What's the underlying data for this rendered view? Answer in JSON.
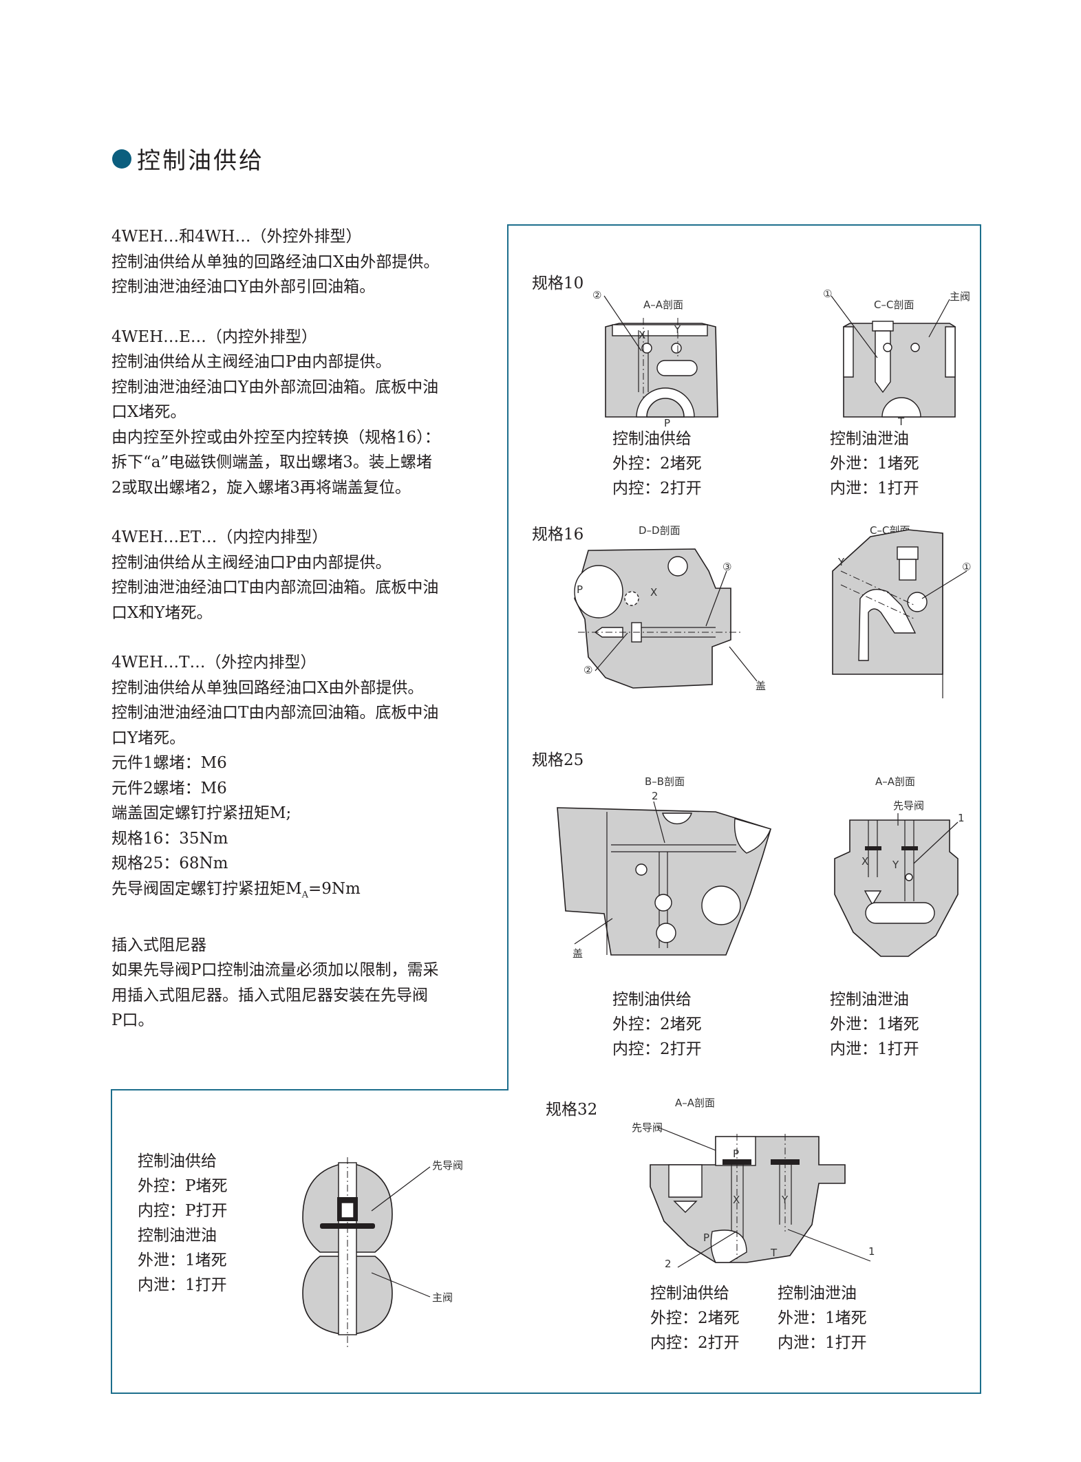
{
  "section_title": "控制油供给",
  "left_text": {
    "p1": [
      "4WEH…和4WH…（外控外排型）",
      "控制油供给从单独的回路经油口X由外部提供。",
      "控制油泄油经油口Y由外部引回油箱。"
    ],
    "p2": [
      "4WEH…E…（内控外排型）",
      "控制油供给从主阀经油口P由内部提供。",
      "控制油泄油经油口Y由外部流回油箱。底板中油",
      "口X堵死。",
      "由内控至外控或由外控至内控转换（规格16）：",
      "拆下“a”电磁铁侧端盖，取出螺堵3。装上螺堵",
      "2或取出螺堵2，旋入螺堵3再将端盖复位。"
    ],
    "p3": [
      "4WEH…ET…（内控内排型）",
      "控制油供给从主阀经油口P由内部提供。",
      "控制油泄油经油口T由内部流回油箱。底板中油",
      "口X和Y堵死。"
    ],
    "p4": [
      "4WEH…T…（外控内排型）",
      "控制油供给从单独回路经油口X由外部提供。",
      "控制油泄油经油口T由内部流回油箱。底板中油",
      "口Y堵死。",
      "元件1螺堵：M6",
      "元件2螺堵：M6",
      "端盖固定螺钉拧紧扭矩M;",
      "规格16：35Nm",
      "规格25：68Nm"
    ],
    "torque_prefix": "先导阀固定螺钉拧紧扭矩M",
    "torque_sub": "A",
    "torque_suffix": "=9Nm",
    "p5": [
      "插入式阻尼器",
      "如果先导阀P口控制油流量必须加以限制，需采",
      "用插入式阻尼器。插入式阻尼器安装在先导阀",
      "P口。"
    ]
  },
  "size10": {
    "label": "规格10",
    "sec_left": "A–A剖面",
    "sec_right": "C–C剖面",
    "circ1": "①",
    "circ2": "②",
    "main_valve": "主阀",
    "port_x": "X",
    "port_y": "Y",
    "port_p": "P",
    "port_t": "T",
    "cap_left": [
      "控制油供给",
      "外控：2堵死",
      "内控：2打开"
    ],
    "cap_right": [
      "控制油泄油",
      "外泄：1堵死",
      "内泄：1打开"
    ]
  },
  "size16": {
    "label": "规格16",
    "sec_left": "D–D剖面",
    "sec_right": "C–C剖面",
    "circ1": "①",
    "circ2": "②",
    "circ3": "③",
    "port_p": "P",
    "port_x": "X",
    "port_y": "Y",
    "cover": "盖"
  },
  "size25": {
    "label": "规格25",
    "sec_left": "B–B剖面",
    "sec_right": "A–A剖面",
    "n1": "1",
    "n2": "2",
    "pilot": "先导阀",
    "cover": "盖",
    "port_x": "X",
    "port_y": "Y",
    "cap_left": [
      "控制油供给",
      "外控：2堵死",
      "内控：2打开"
    ],
    "cap_right": [
      "控制油泄油",
      "外泄：1堵死",
      "内泄：1打开"
    ]
  },
  "size32": {
    "label": "规格32",
    "sec": "A–A剖面",
    "pilot": "先导阀",
    "n1": "1",
    "n2": "2",
    "port_p": "P",
    "port_x": "X",
    "port_y": "Y",
    "port_t": "T",
    "cap_left": [
      "控制油供给",
      "外控：2堵死",
      "内控：2打开"
    ],
    "cap_right": [
      "控制油泄油",
      "外泄：1堵死",
      "内泄：1打开"
    ]
  },
  "bottom_left": {
    "caps": [
      "控制油供给",
      "外控：P堵死",
      "内控：P打开",
      "控制油泄油",
      "外泄：1堵死",
      "内泄：1打开"
    ],
    "pilot": "先导阀",
    "main_valve": "主阀"
  },
  "colors": {
    "accent": "#0b5e7e",
    "frame": "#1c6e8c",
    "fill": "#cfcfcf"
  }
}
